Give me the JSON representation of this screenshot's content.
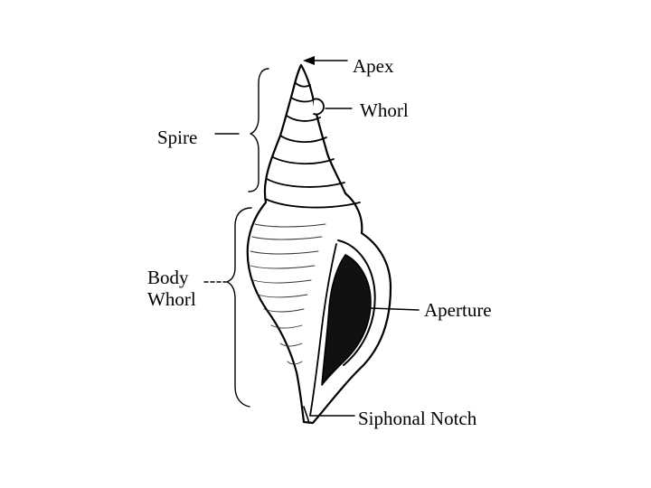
{
  "labels": {
    "apex": "Apex",
    "whorl": "Whorl",
    "spire": "Spire",
    "body_whorl_line1": "Body",
    "body_whorl_line2": "Whorl",
    "aperture": "Aperture",
    "siphonal_notch": "Siphonal Notch"
  },
  "colors": {
    "ink": "#000000",
    "background": "#ffffff"
  }
}
